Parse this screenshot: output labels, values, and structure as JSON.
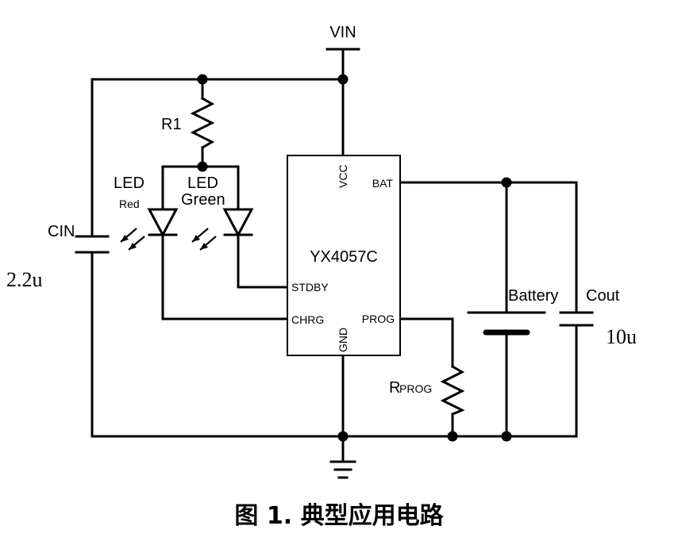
{
  "labels": {
    "vin": "VIN",
    "r1": "R1",
    "led_red_title": "LED",
    "led_red_color": "Red",
    "led_green_title": "LED",
    "led_green_color": "Green",
    "cin": "CIN",
    "cin_value": "2.2u",
    "ic_name": "YX4057C",
    "pin_vcc": "VCC",
    "pin_bat": "BAT",
    "pin_stdby": "STDBY",
    "pin_chrg": "CHRG",
    "pin_prog": "PROG",
    "pin_gnd": "GND",
    "battery": "Battery",
    "cout": "Cout",
    "cout_value": "10u",
    "rprog_main": "R",
    "rprog_sub": "PROG"
  },
  "caption": "图 1. 典型应用电路"
}
